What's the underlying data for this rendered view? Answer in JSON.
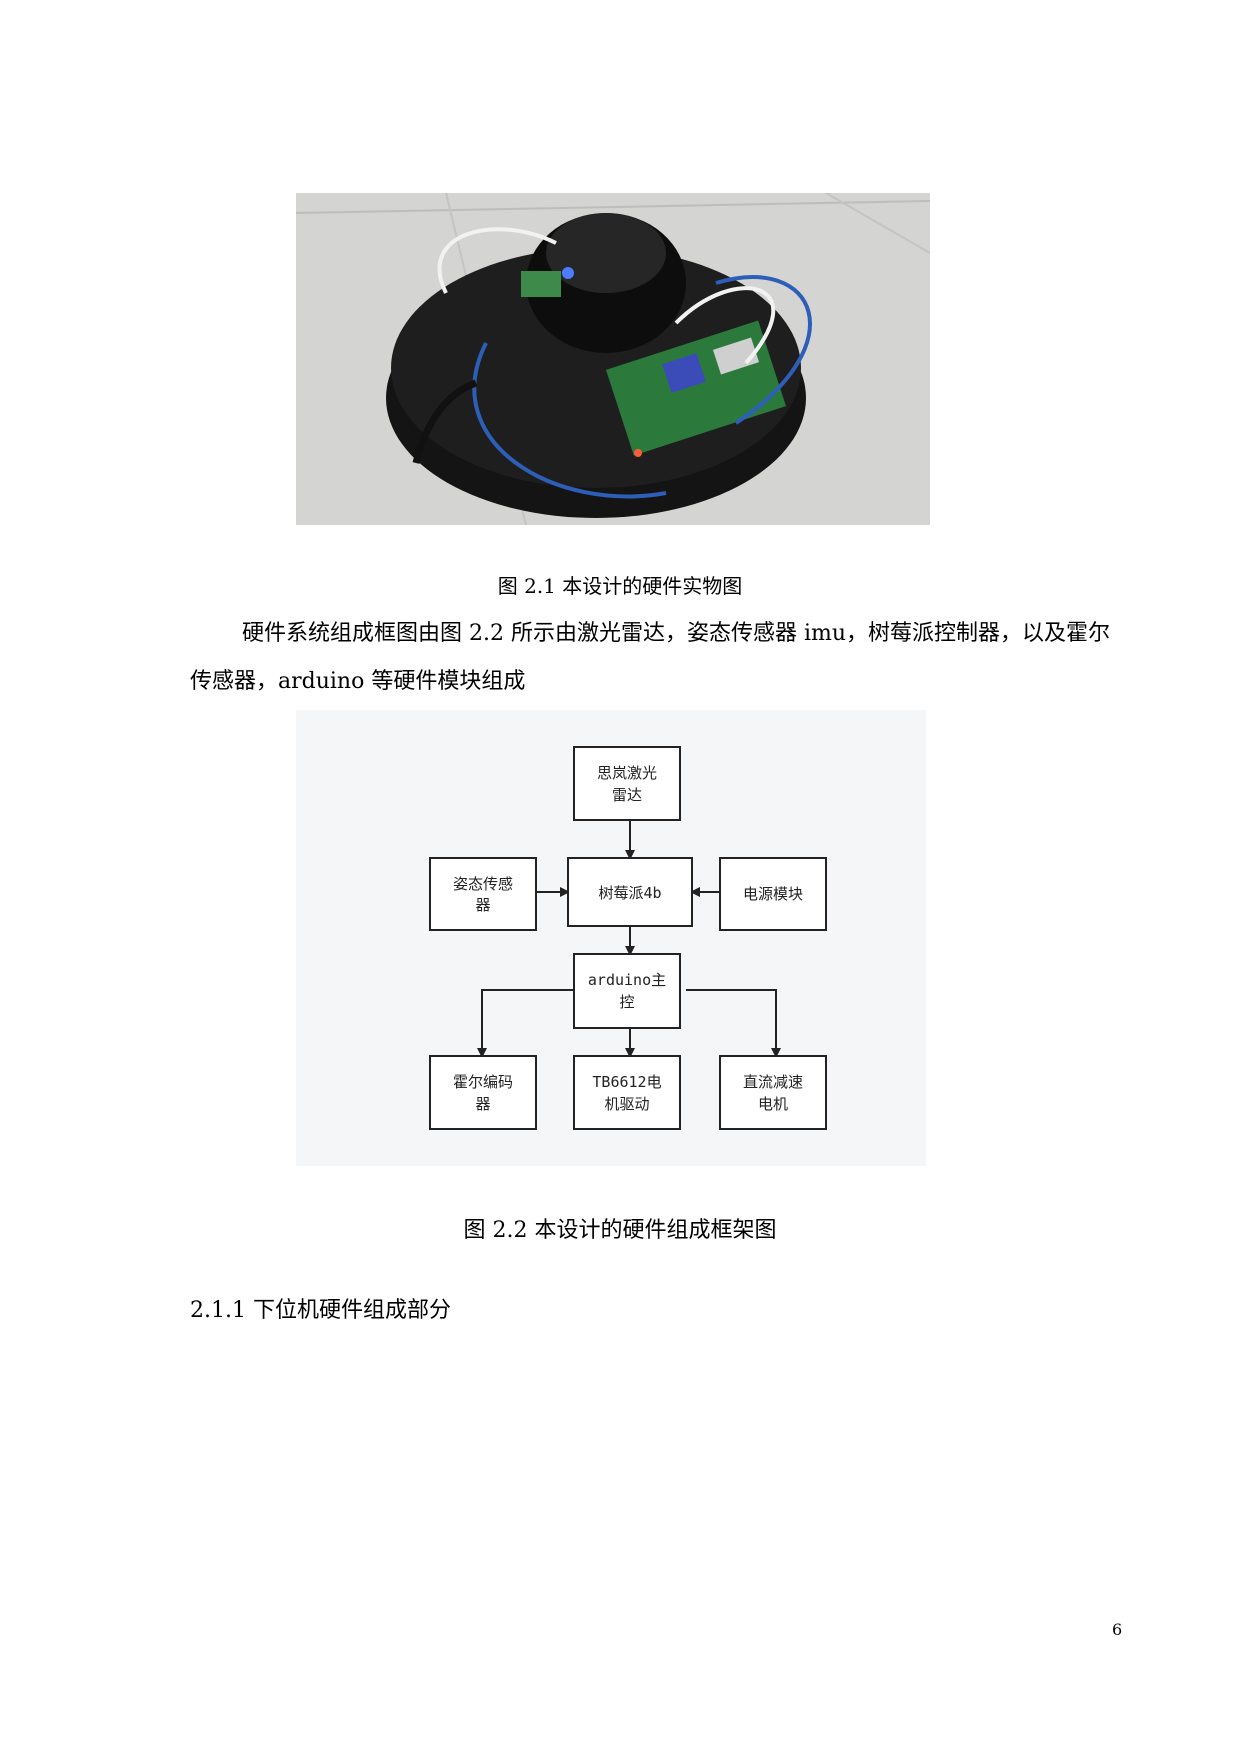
{
  "figure1": {
    "caption": "图 2.1 本设计的硬件实物图"
  },
  "paragraph": {
    "text": "硬件系统组成框图由图 2.2 所示由激光雷达，姿态传感器 imu，树莓派控制器，以及霍尔传感器，arduino 等硬件模块组成"
  },
  "diagram": {
    "nodes": {
      "lidar": [
        "思岚激光",
        "雷达"
      ],
      "imu": [
        "姿态传感",
        "器"
      ],
      "pi": [
        "树莓派4b"
      ],
      "power": [
        "电源模块"
      ],
      "arduino": [
        "arduino主",
        "控"
      ],
      "hall": [
        "霍尔编码",
        "器"
      ],
      "driver": [
        "TB6612电",
        "机驱动"
      ],
      "motor": [
        "直流减速",
        "电机"
      ]
    }
  },
  "figure2": {
    "caption": "图 2.2 本设计的硬件组成框架图"
  },
  "section": {
    "heading": "2.1.1 下位机硬件组成部分"
  },
  "page": {
    "number": "6"
  }
}
